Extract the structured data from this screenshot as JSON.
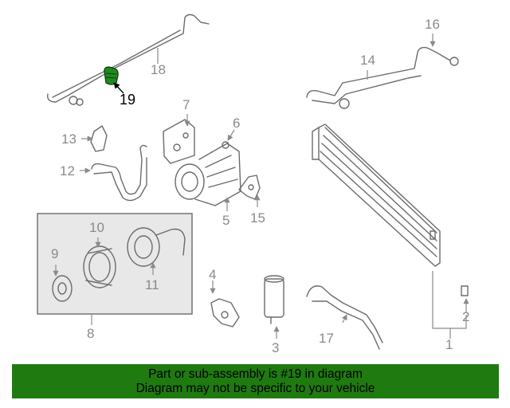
{
  "callouts": {
    "c1": "1",
    "c2": "2",
    "c3": "3",
    "c4": "4",
    "c5": "5",
    "c6": "6",
    "c7": "7",
    "c8": "8",
    "c9": "9",
    "c10": "10",
    "c11": "11",
    "c12": "12",
    "c13": "13",
    "c14": "14",
    "c15": "15",
    "c16": "16",
    "c17": "17",
    "c18": "18",
    "c19": "19"
  },
  "highlight": {
    "part": "19",
    "color": "#1f8a1f"
  },
  "banner": {
    "line1": "Part or sub-assembly is #19 in diagram",
    "line2": "Diagram may not be specific to your vehicle",
    "color": "#1f7a10"
  }
}
